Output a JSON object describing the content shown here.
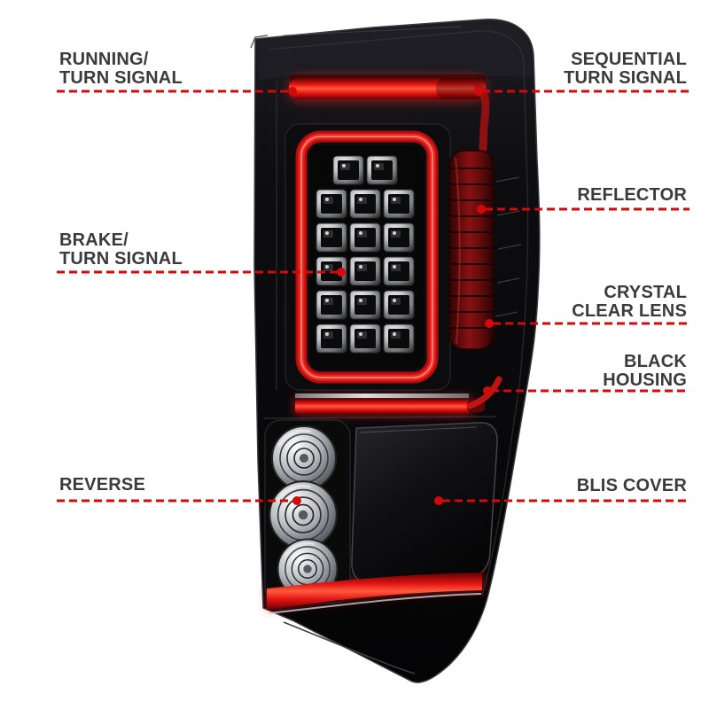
{
  "figure": {
    "description": "Annotated tail light product callout diagram",
    "callouts": {
      "running_turn_signal": {
        "line1": "RUNNING/",
        "line2": "TURN SIGNAL"
      },
      "sequential_turn_signal": {
        "line1": "SEQUENTIAL",
        "line2": "TURN SIGNAL"
      },
      "reflector": {
        "line1": "REFLECTOR"
      },
      "brake_turn_signal": {
        "line1": "BRAKE/",
        "line2": "TURN SIGNAL"
      },
      "crystal_clear_lens": {
        "line1": "CRYSTAL",
        "line2": "CLEAR LENS"
      },
      "black_housing": {
        "line1": "BLACK",
        "line2": "HOUSING"
      },
      "reverse": {
        "line1": "REVERSE"
      },
      "blis_cover": {
        "line1": "BLIS COVER"
      }
    },
    "colors": {
      "background": "#ffffff",
      "label_text": "#3b3b3b",
      "callout_line": "#d40909",
      "signal_red": "#e31414",
      "housing_black": "#0a0a0c"
    }
  }
}
